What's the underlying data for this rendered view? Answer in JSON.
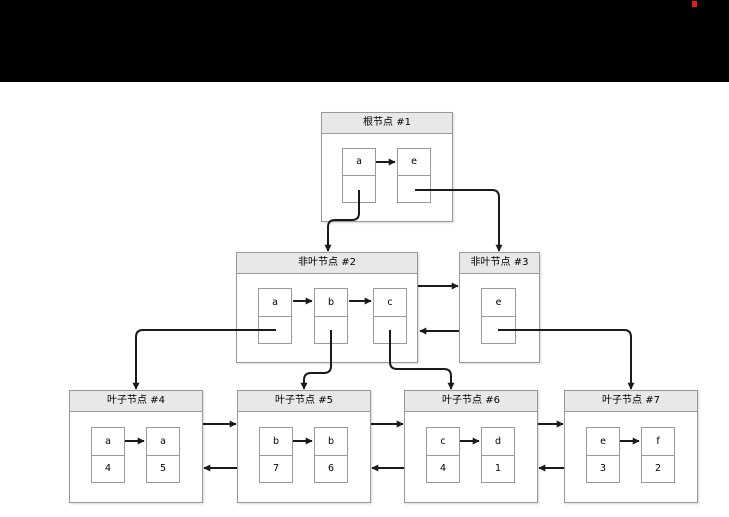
{
  "top_bar": {
    "recording_dot_color": "#e8191f",
    "background": "#000000"
  },
  "diagram": {
    "type": "b+tree",
    "colors": {
      "node_border": "#999999",
      "header_fill": "#e8e8e8",
      "cell_fill": "#ffffff",
      "line": "#1a1a1a"
    },
    "nodes": [
      {
        "id": "node1",
        "title": "根节点 #1",
        "cells": [
          {
            "key": "a",
            "value": ""
          },
          {
            "key": "e",
            "value": ""
          }
        ]
      },
      {
        "id": "node2",
        "title": "非叶节点 #2",
        "cells": [
          {
            "key": "a",
            "value": ""
          },
          {
            "key": "b",
            "value": ""
          },
          {
            "key": "c",
            "value": ""
          }
        ]
      },
      {
        "id": "node3",
        "title": "非叶节点 #3",
        "cells": [
          {
            "key": "e",
            "value": ""
          }
        ]
      },
      {
        "id": "node4",
        "title": "叶子节点 #4",
        "cells": [
          {
            "key": "a",
            "value": "4"
          },
          {
            "key": "a",
            "value": "5"
          }
        ]
      },
      {
        "id": "node5",
        "title": "叶子节点 #5",
        "cells": [
          {
            "key": "b",
            "value": "7"
          },
          {
            "key": "b",
            "value": "6"
          }
        ]
      },
      {
        "id": "node6",
        "title": "叶子节点 #6",
        "cells": [
          {
            "key": "c",
            "value": "4"
          },
          {
            "key": "d",
            "value": "1"
          }
        ]
      },
      {
        "id": "node7",
        "title": "叶子节点 #7",
        "cells": [
          {
            "key": "e",
            "value": "3"
          },
          {
            "key": "f",
            "value": "2"
          }
        ]
      }
    ],
    "edges": [
      {
        "from": "node1.a",
        "to": "node2",
        "kind": "child-pointer"
      },
      {
        "from": "node1.e",
        "to": "node3",
        "kind": "child-pointer"
      },
      {
        "from": "node2.a",
        "to": "node4",
        "kind": "child-pointer"
      },
      {
        "from": "node2.b",
        "to": "node5",
        "kind": "child-pointer"
      },
      {
        "from": "node2.c",
        "to": "node6",
        "kind": "child-pointer"
      },
      {
        "from": "node3.e",
        "to": "node7",
        "kind": "child-pointer"
      },
      {
        "from": "node2",
        "to": "node3",
        "kind": "next-sibling"
      },
      {
        "from": "node3",
        "to": "node2",
        "kind": "prev-sibling"
      },
      {
        "from": "node4",
        "to": "node5",
        "kind": "next-sibling"
      },
      {
        "from": "node5",
        "to": "node4",
        "kind": "prev-sibling"
      },
      {
        "from": "node5",
        "to": "node6",
        "kind": "next-sibling"
      },
      {
        "from": "node6",
        "to": "node5",
        "kind": "prev-sibling"
      },
      {
        "from": "node6",
        "to": "node7",
        "kind": "next-sibling"
      },
      {
        "from": "node7",
        "to": "node6",
        "kind": "prev-sibling"
      },
      {
        "from": "node1.a",
        "to": "node1.e",
        "kind": "cell-link"
      },
      {
        "from": "node2.a",
        "to": "node2.b",
        "kind": "cell-link"
      },
      {
        "from": "node2.b",
        "to": "node2.c",
        "kind": "cell-link"
      },
      {
        "from": "node4.cell0",
        "to": "node4.cell1",
        "kind": "cell-link"
      },
      {
        "from": "node5.cell0",
        "to": "node5.cell1",
        "kind": "cell-link"
      },
      {
        "from": "node6.cell0",
        "to": "node6.cell1",
        "kind": "cell-link"
      },
      {
        "from": "node7.cell0",
        "to": "node7.cell1",
        "kind": "cell-link"
      }
    ]
  }
}
